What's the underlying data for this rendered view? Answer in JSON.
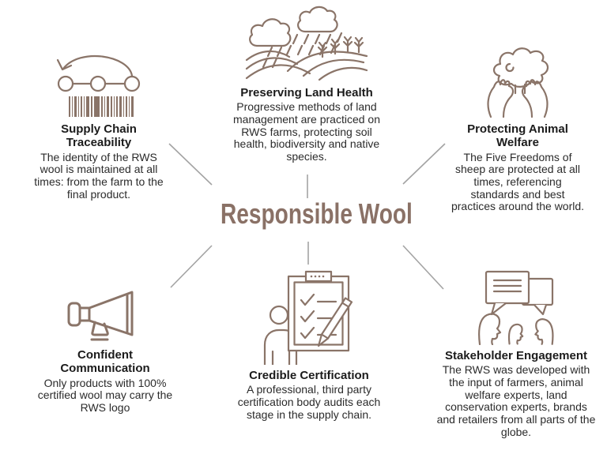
{
  "page": {
    "background": "#ffffff"
  },
  "center": {
    "title": "Responsible Wool",
    "color": "#8a7166"
  },
  "style": {
    "icon_stroke_color": "#8a7468",
    "connector_line_color": "#a3a3a3",
    "heading_color": "#1b1b1b",
    "body_color": "#2b2b2b"
  },
  "sections": [
    {
      "id": "supply-chain-traceability",
      "icon": "traceability-cycle-barcode-icon",
      "title": "Supply Chain Traceability",
      "description": "The identity of the RWS wool is maintained at all times: from the farm to the final product."
    },
    {
      "id": "preserving-land-health",
      "icon": "rain-clouds-field-icon",
      "title": "Preserving Land Health",
      "description": "Progressive methods of land management are practiced on RWS farms, protecting soil health, biodiversity and native species."
    },
    {
      "id": "protecting-animal-welfare",
      "icon": "hands-holding-tree-icon",
      "title": "Protecting Animal Welfare",
      "description": "The Five Freedoms of sheep are protected at all times, referencing standards and best practices around the world."
    },
    {
      "id": "confident-communication",
      "icon": "megaphone-icon",
      "title": "Confident Communication",
      "description": "Only products with 100% certified wool may carry the RWS logo"
    },
    {
      "id": "credible-certification",
      "icon": "clipboard-checklist-pencil-icon",
      "title": "Credible Certification",
      "description": "A professional, third party certification body audits each stage in the supply chain."
    },
    {
      "id": "stakeholder-engagement",
      "icon": "speech-bubbles-people-icon",
      "title": "Stakeholder Engagement",
      "description": "The RWS was developed with the input of farmers, animal welfare experts, land conservation experts, brands and retailers from all parts of the globe."
    }
  ]
}
